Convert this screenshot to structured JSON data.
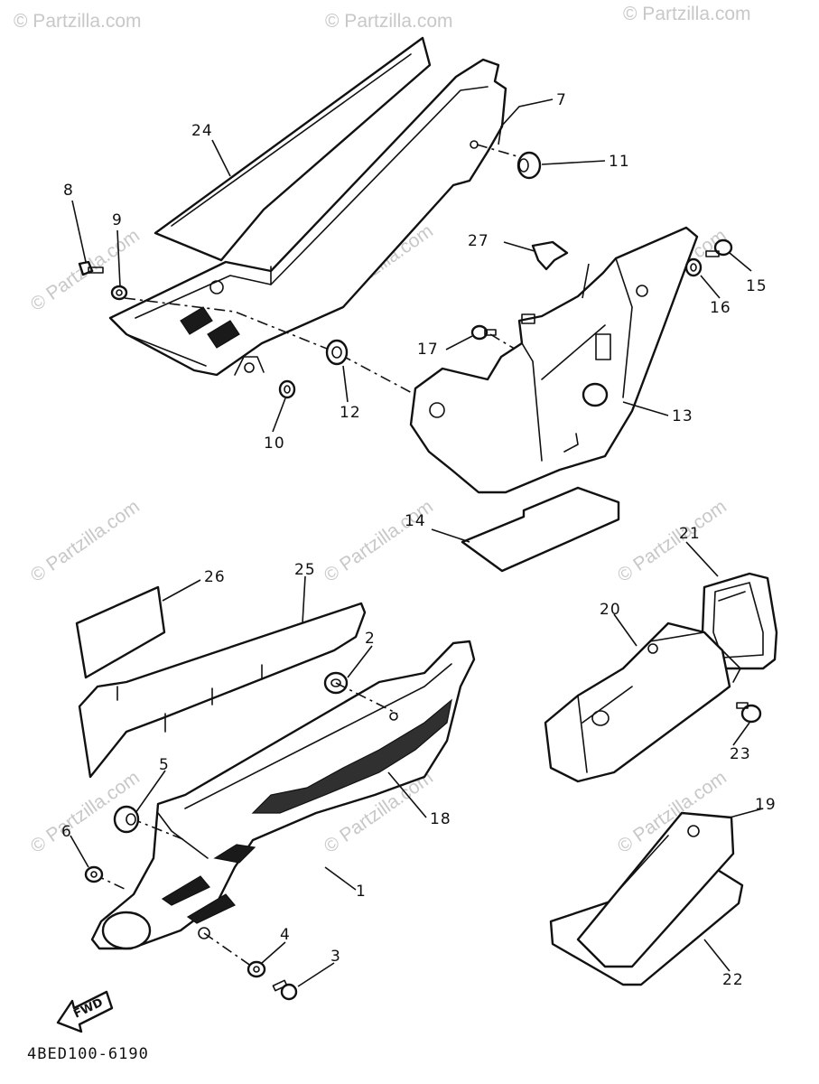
{
  "watermark": "© Partzilla.com",
  "diagram_code": "4BED100-6190",
  "fwd_arrow_label": "FWD",
  "callouts": [
    "1",
    "2",
    "3",
    "4",
    "5",
    "6",
    "7",
    "8",
    "9",
    "10",
    "11",
    "12",
    "13",
    "14",
    "15",
    "16",
    "17",
    "18",
    "19",
    "20",
    "21",
    "22",
    "23",
    "24",
    "25",
    "26",
    "27"
  ]
}
